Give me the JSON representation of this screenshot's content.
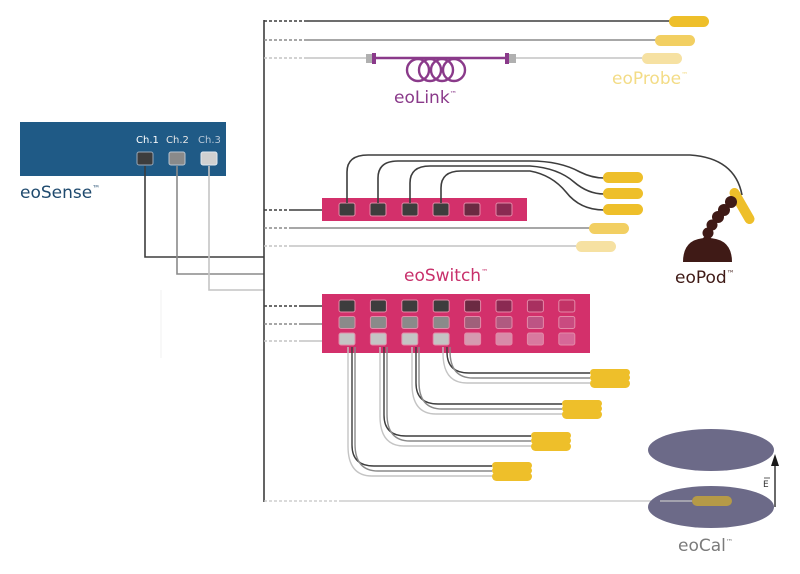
{
  "colors": {
    "ch1": "#3d3d3d",
    "ch2": "#8a8a8a",
    "ch3": "#c4c4c4",
    "eosense_box": "#1f5a86",
    "eosense_text": "#1f4a6e",
    "eolink": "#8a3a8a",
    "eoprobe_text": "#f3dc86",
    "probe1": "#eebf2a",
    "probe2": "#f2cf62",
    "probe3": "#f6e1a2",
    "eoswitch": "#d3306b",
    "eoswitch_text": "#c8306b",
    "eopod": "#3f1a16",
    "eocal_plate": "#6c6a88",
    "eocal_probe": "#b59a47",
    "eocal_text": "#7b7b7b"
  },
  "eosense": {
    "label": "eoSense",
    "tm": "™",
    "channels": [
      {
        "label": "Ch.1"
      },
      {
        "label": "Ch.2"
      },
      {
        "label": "Ch.3"
      }
    ]
  },
  "eolink": {
    "label": "eoLink",
    "tm": "™"
  },
  "eoprobe": {
    "label": "eoProbe",
    "tm": "™"
  },
  "eoswitch": {
    "label": "eoSwitch",
    "tm": "™"
  },
  "eopod": {
    "label": "eoPod",
    "tm": "™"
  },
  "eocal": {
    "label": "eoCal",
    "tm": "™",
    "field_label": "E"
  }
}
